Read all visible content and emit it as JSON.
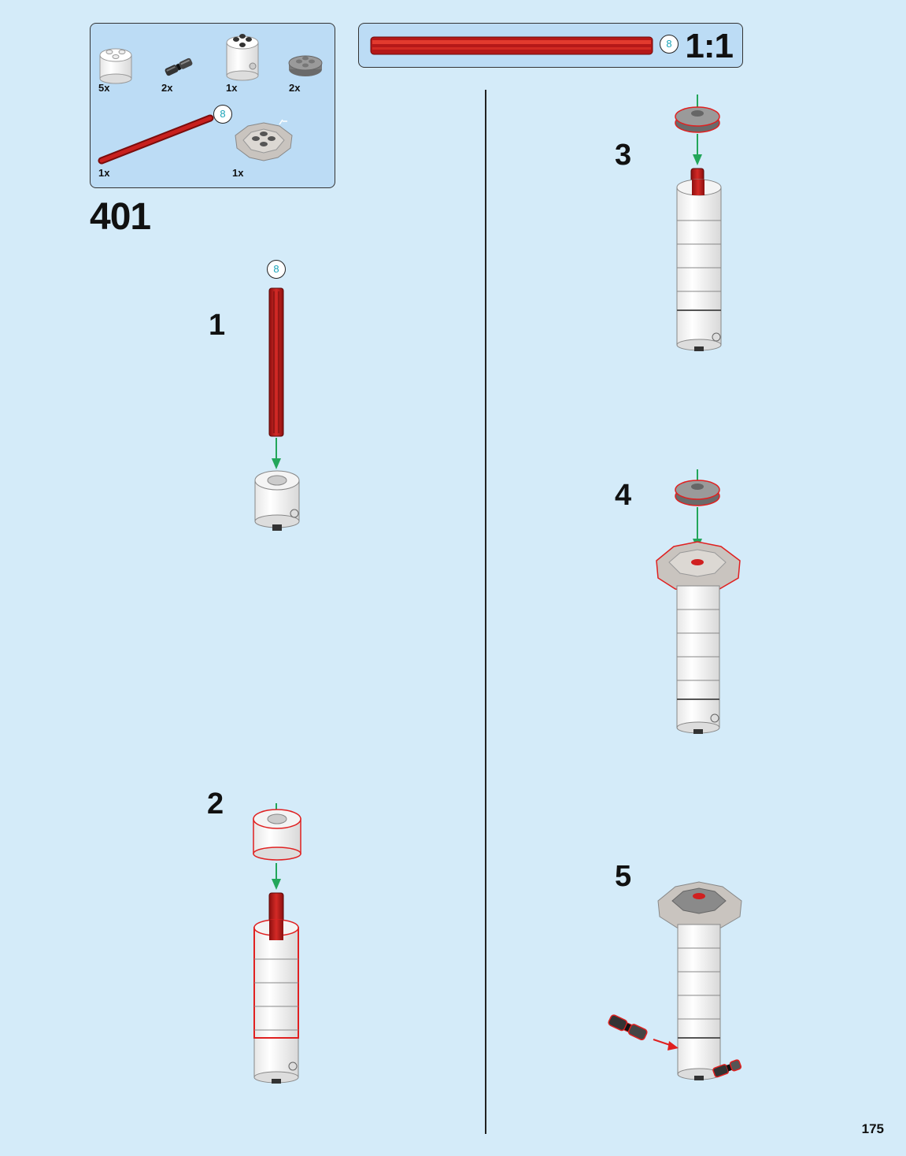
{
  "parts_list": {
    "items": [
      {
        "qty": "5x",
        "name": "white-round-brick-2x2"
      },
      {
        "qty": "2x",
        "name": "black-pin-connector"
      },
      {
        "qty": "1x",
        "name": "white-round-brick-2x2-tall"
      },
      {
        "qty": "2x",
        "name": "dark-gray-round-plate-2x2"
      },
      {
        "qty": "1x",
        "name": "red-axle"
      },
      {
        "qty": "1x",
        "name": "light-gray-gear-plate"
      }
    ],
    "axle_length": "8"
  },
  "scale_ref": {
    "axle_length": "8",
    "scale": "1:1"
  },
  "build_step": "401",
  "steps": [
    {
      "number": "1",
      "axle_length": "8"
    },
    {
      "number": "2"
    },
    {
      "number": "3"
    },
    {
      "number": "4"
    },
    {
      "number": "5"
    }
  ],
  "page_number": "175",
  "colors": {
    "background": "#d4ebf9",
    "panel": "#bcdcf5",
    "axle_red": "#c8201e",
    "arrow_green": "#22a65a",
    "highlight_red": "#e02020"
  }
}
